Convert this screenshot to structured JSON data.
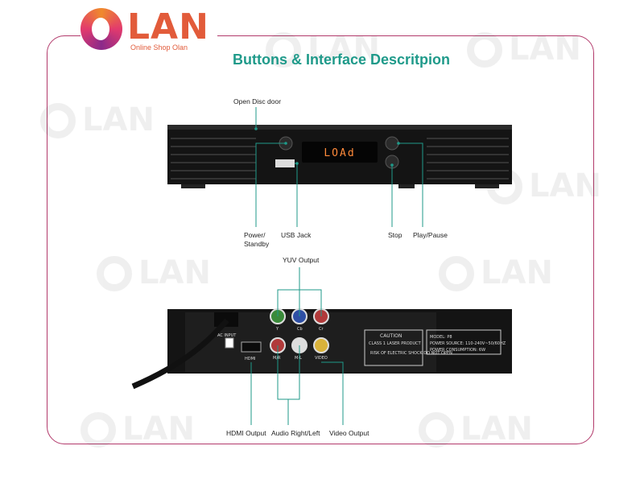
{
  "brand": {
    "name": "LAN",
    "tagline": "Online Shop Olan"
  },
  "title": "Buttons & Interface Descritpion",
  "front": {
    "display": "LOAd",
    "labels": {
      "open_disc": "Open Disc door",
      "power": "Power/\nStandby",
      "usb": "USB Jack",
      "stop": "Stop",
      "play": "Play/Pause"
    }
  },
  "back": {
    "labels": {
      "yuv": "YUV Output",
      "hdmi_out": "HDMI Output",
      "audio": "Audio Right/Left",
      "video": "Video Output"
    },
    "panel": {
      "ac_input": "AC INPUT",
      "hdmi": "HDMI",
      "y": "Y",
      "cb": "Cb",
      "cr": "Cr",
      "ml": "M/R",
      "rl": "M-L",
      "video": "VIDEO",
      "caution": "CAUTION",
      "class1": "CLASS 1 LASER PRODUCT",
      "shock": "RISK OF ELECTRIC SHOCK\nDO NOT OPEN",
      "model": "MODEL: P8",
      "power_source": "POWER SOURCE: 110-240V~50/60HZ",
      "consumption": "POWER CONSUMPTION: 6W"
    }
  },
  "colors": {
    "accent": "#1f9a8a",
    "frame": "#b23a6b",
    "brand": "#e25b3a",
    "display": "#ff8a3a"
  }
}
